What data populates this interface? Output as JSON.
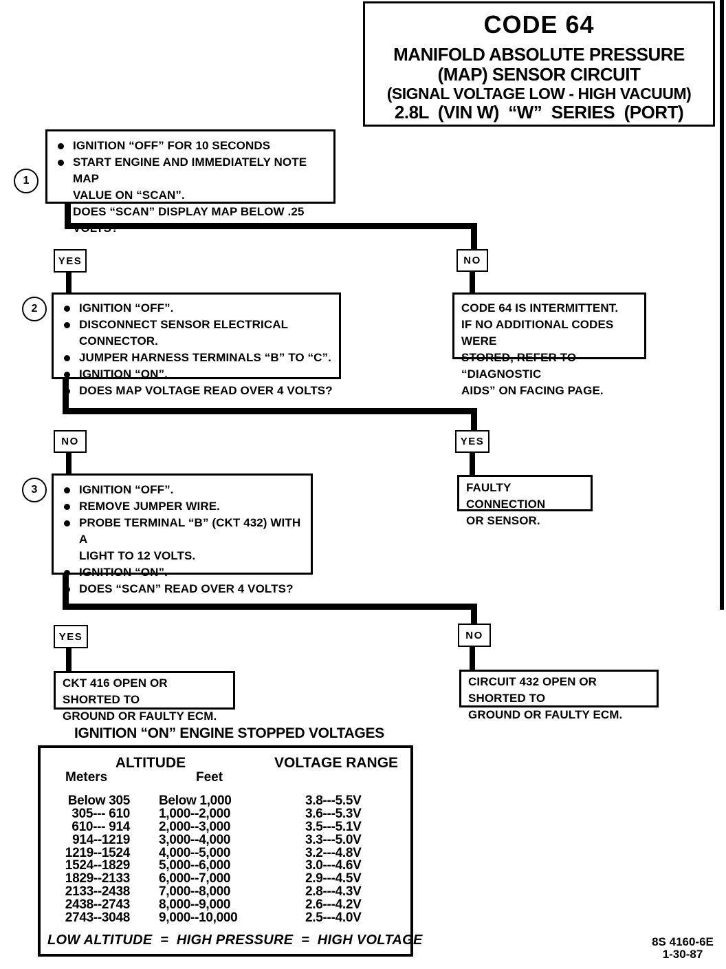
{
  "title_block": {
    "code": "CODE 64",
    "line2": "MANIFOLD ABSOLUTE PRESSURE",
    "line3": "(MAP) SENSOR CIRCUIT",
    "line4": "(SIGNAL VOLTAGE LOW - HIGH VACUUM)",
    "line5": "2.8L  (VIN W)  “W”  SERIES  (PORT)"
  },
  "flow": {
    "step1": {
      "number": "1",
      "items": [
        "IGNITION “OFF” FOR 10 SECONDS",
        "START ENGINE AND IMMEDIATELY NOTE MAP\nVALUE ON “SCAN”.\nDOES “SCAN” DISPLAY MAP BELOW .25 VOLTS?"
      ]
    },
    "step2": {
      "number": "2",
      "items": [
        "IGNITION “OFF”.",
        "DISCONNECT SENSOR ELECTRICAL CONNECTOR.",
        "JUMPER HARNESS TERMINALS “B” TO “C”.",
        "IGNITION “ON”.",
        "DOES MAP VOLTAGE READ OVER 4 VOLTS?"
      ]
    },
    "step3": {
      "number": "3",
      "items": [
        "IGNITION “OFF”.",
        "REMOVE JUMPER WIRE.",
        "PROBE TERMINAL “B” (CKT 432) WITH A\nLIGHT TO 12 VOLTS.",
        "IGNITION “ON”.",
        "DOES “SCAN” READ OVER 4 VOLTS?"
      ]
    },
    "decisions": {
      "d1": {
        "left": "YES",
        "right": "NO"
      },
      "d2": {
        "left": "NO",
        "right": "YES"
      },
      "d3": {
        "left": "YES",
        "right": "NO"
      }
    },
    "results": {
      "intermittent": "CODE 64 IS INTERMITTENT.\nIF NO ADDITIONAL CODES WERE\nSTORED, REFER TO “DIAGNOSTIC\nAIDS” ON FACING PAGE.",
      "faulty_sensor": "FAULTY CONNECTION\nOR SENSOR.",
      "ckt416": "CKT 416 OPEN OR SHORTED TO\nGROUND OR FAULTY ECM.",
      "circuit432": "CIRCUIT 432 OPEN OR SHORTED TO\nGROUND OR FAULTY ECM."
    }
  },
  "voltage_table": {
    "title": "IGNITION “ON” ENGINE STOPPED VOLTAGES",
    "header_altitude": "ALTITUDE",
    "header_voltage": "VOLTAGE RANGE",
    "col_meters": "Meters",
    "col_feet": "Feet",
    "rows": [
      {
        "meters": "Below 305",
        "feet": "Below 1,000",
        "voltage": "3.8---5.5V"
      },
      {
        "meters": "305--- 610",
        "feet": "1,000--2,000",
        "voltage": "3.6---5.3V"
      },
      {
        "meters": "610--- 914",
        "feet": "2,000--3,000",
        "voltage": "3.5---5.1V"
      },
      {
        "meters": "914--1219",
        "feet": "3,000--4,000",
        "voltage": "3.3---5.0V"
      },
      {
        "meters": "1219--1524",
        "feet": "4,000--5,000",
        "voltage": "3.2---4.8V"
      },
      {
        "meters": "1524--1829",
        "feet": "5,000--6,000",
        "voltage": "3.0---4.6V"
      },
      {
        "meters": "1829--2133",
        "feet": "6,000--7,000",
        "voltage": "2.9---4.5V"
      },
      {
        "meters": "2133--2438",
        "feet": "7,000--8,000",
        "voltage": "2.8---4.3V"
      },
      {
        "meters": "2438--2743",
        "feet": "8,000--9,000",
        "voltage": "2.6---4.2V"
      },
      {
        "meters": "2743--3048",
        "feet": "9,000--10,000",
        "voltage": "2.5---4.0V"
      }
    ],
    "note": "LOW ALTITUDE  =  HIGH PRESSURE  =  HIGH VOLTAGE"
  },
  "footer": {
    "text": "8S 4160-6E\n1-30-87"
  },
  "colors": {
    "ink": "#000000",
    "paper": "#ffffff"
  }
}
